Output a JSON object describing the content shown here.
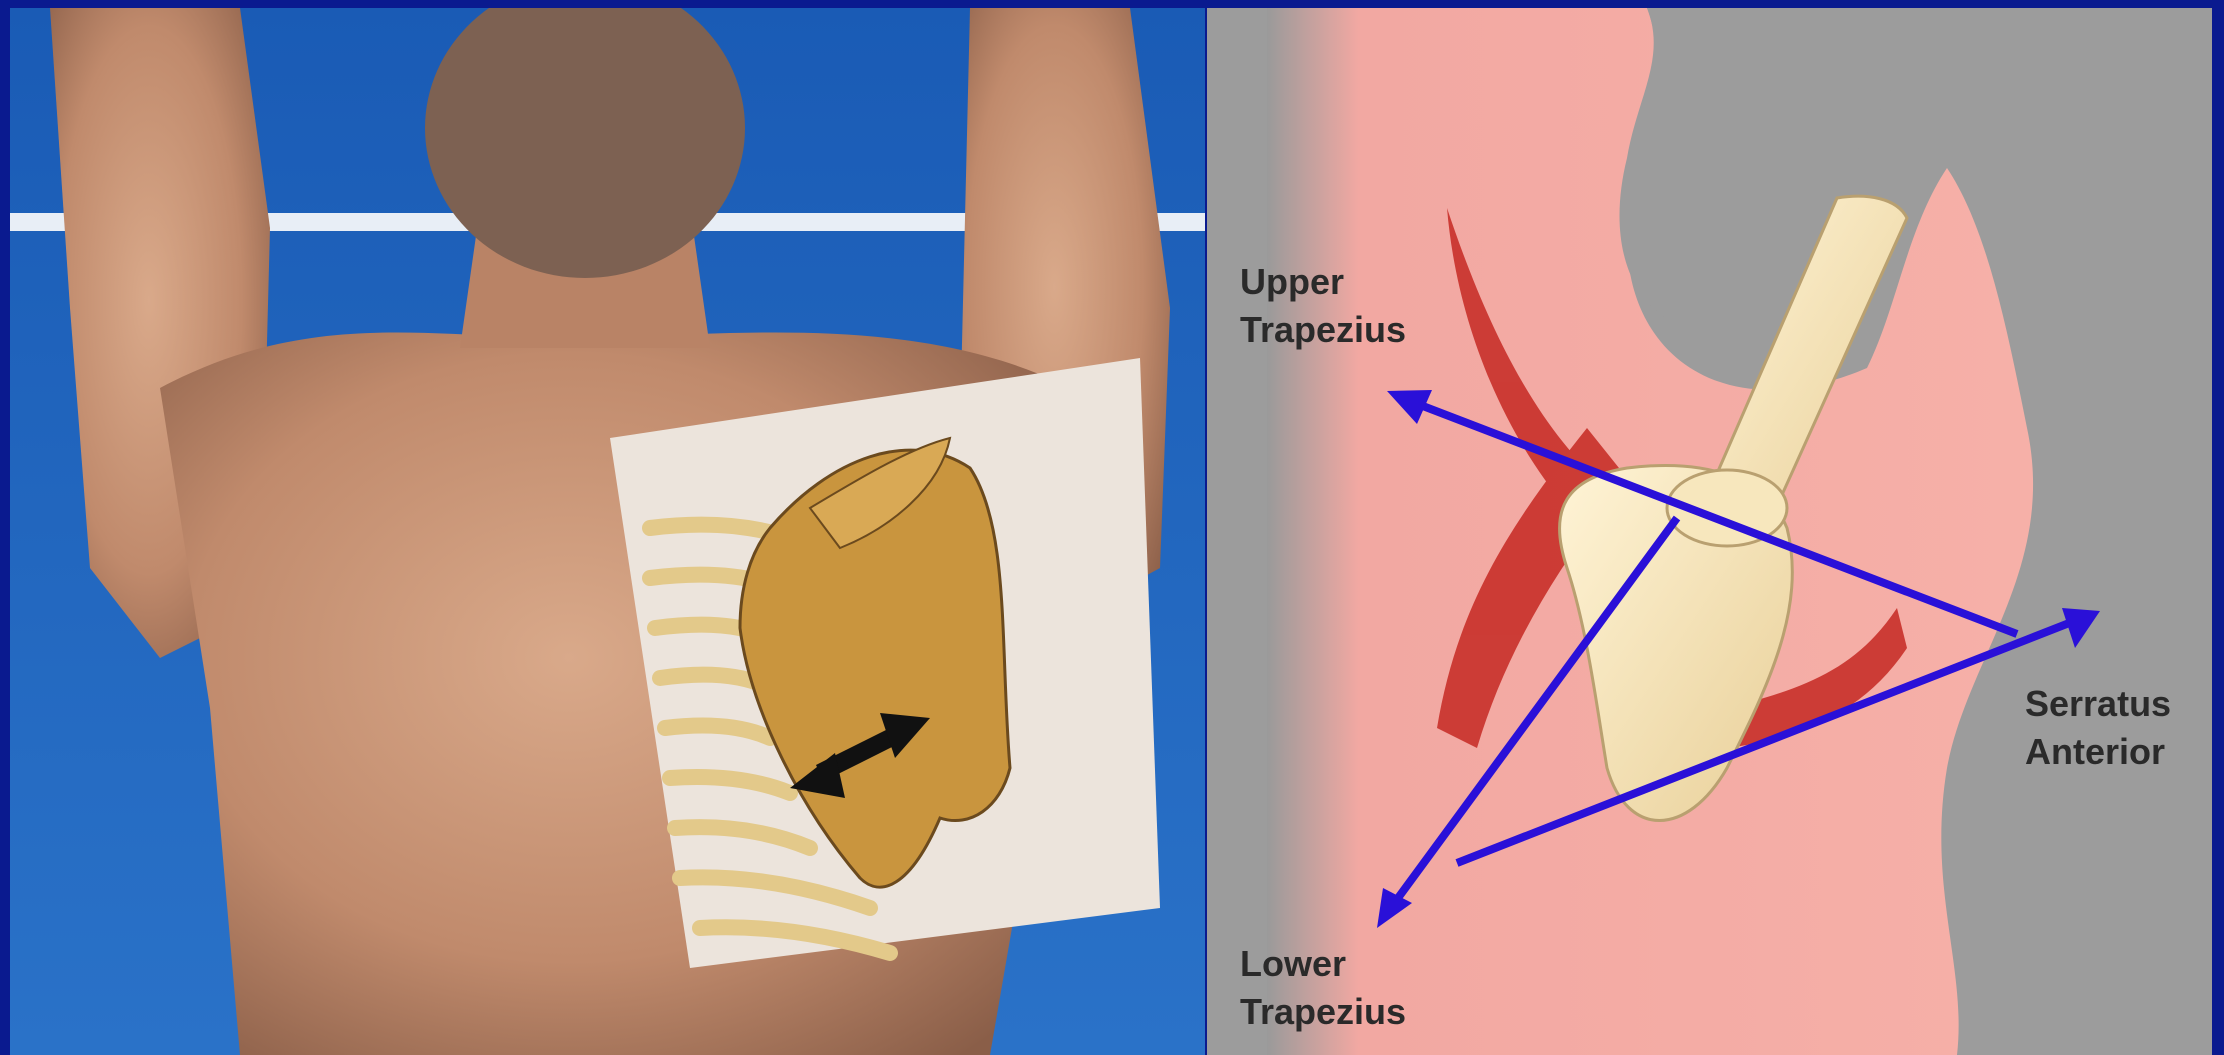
{
  "diagram": {
    "labels": {
      "upper_trapezius": "Upper\nTrapezius",
      "lower_trapezius": "Lower\nTrapezius",
      "serratus_anterior": "Serratus\nAnterior"
    }
  },
  "colors": {
    "frame": "#0a1a8f",
    "arrow": "#2a10d8",
    "muscle": "#c8302a",
    "bone": "#f3e2b6",
    "skin_band": "#f4a6a0",
    "background_gray": "#9a9a9a"
  }
}
